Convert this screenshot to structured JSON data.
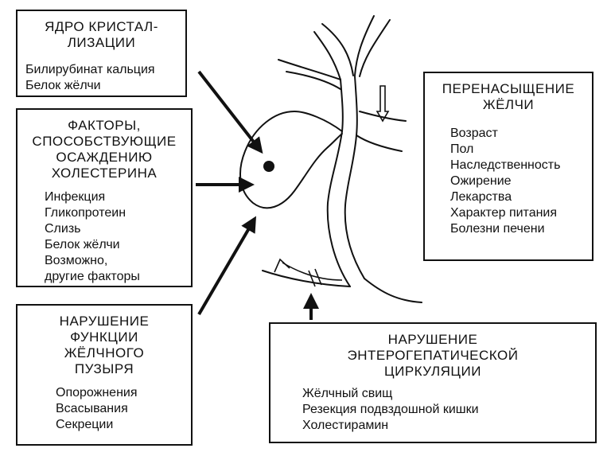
{
  "nucleus": {
    "title": [
      "ЯДРО КРИСТАЛ-",
      "ЛИЗАЦИИ"
    ],
    "items": [
      "Билирубинат кальция",
      "Белок жёлчи"
    ]
  },
  "factors": {
    "title": [
      "ФАКТОРЫ,",
      "СПОСОБСТВУЮЩИЕ",
      "ОСАЖДЕНИЮ",
      "ХОЛЕСТЕРИНА"
    ],
    "items": [
      "Инфекция",
      "Гликопротеин",
      "Слизь",
      "Белок жёлчи",
      "Возможно,",
      "другие факторы"
    ]
  },
  "gallbladder": {
    "title": [
      "НАРУШЕНИЕ",
      "ФУНКЦИИ",
      "ЖЁЛЧНОГО",
      "ПУЗЫРЯ"
    ],
    "items": [
      "Опорожнения",
      "Всасывания",
      "Секреции"
    ]
  },
  "supersaturation": {
    "title": [
      "ПЕРЕНАСЫЩЕНИЕ",
      "ЖЁЛЧИ"
    ],
    "items": [
      "Возраст",
      "Пол",
      "Наследственность",
      "Ожирение",
      "Лекарства",
      "Характер питания",
      "Болезни печени"
    ]
  },
  "enterohepatic": {
    "title": [
      "НАРУШЕНИЕ",
      "ЭНТЕРОГЕПАТИЧЕСКОЙ",
      "ЦИРКУЛЯЦИИ"
    ],
    "items": [
      "Жёлчный свищ",
      "Резекция подвздошной кишки",
      "Холестирамин"
    ]
  }
}
